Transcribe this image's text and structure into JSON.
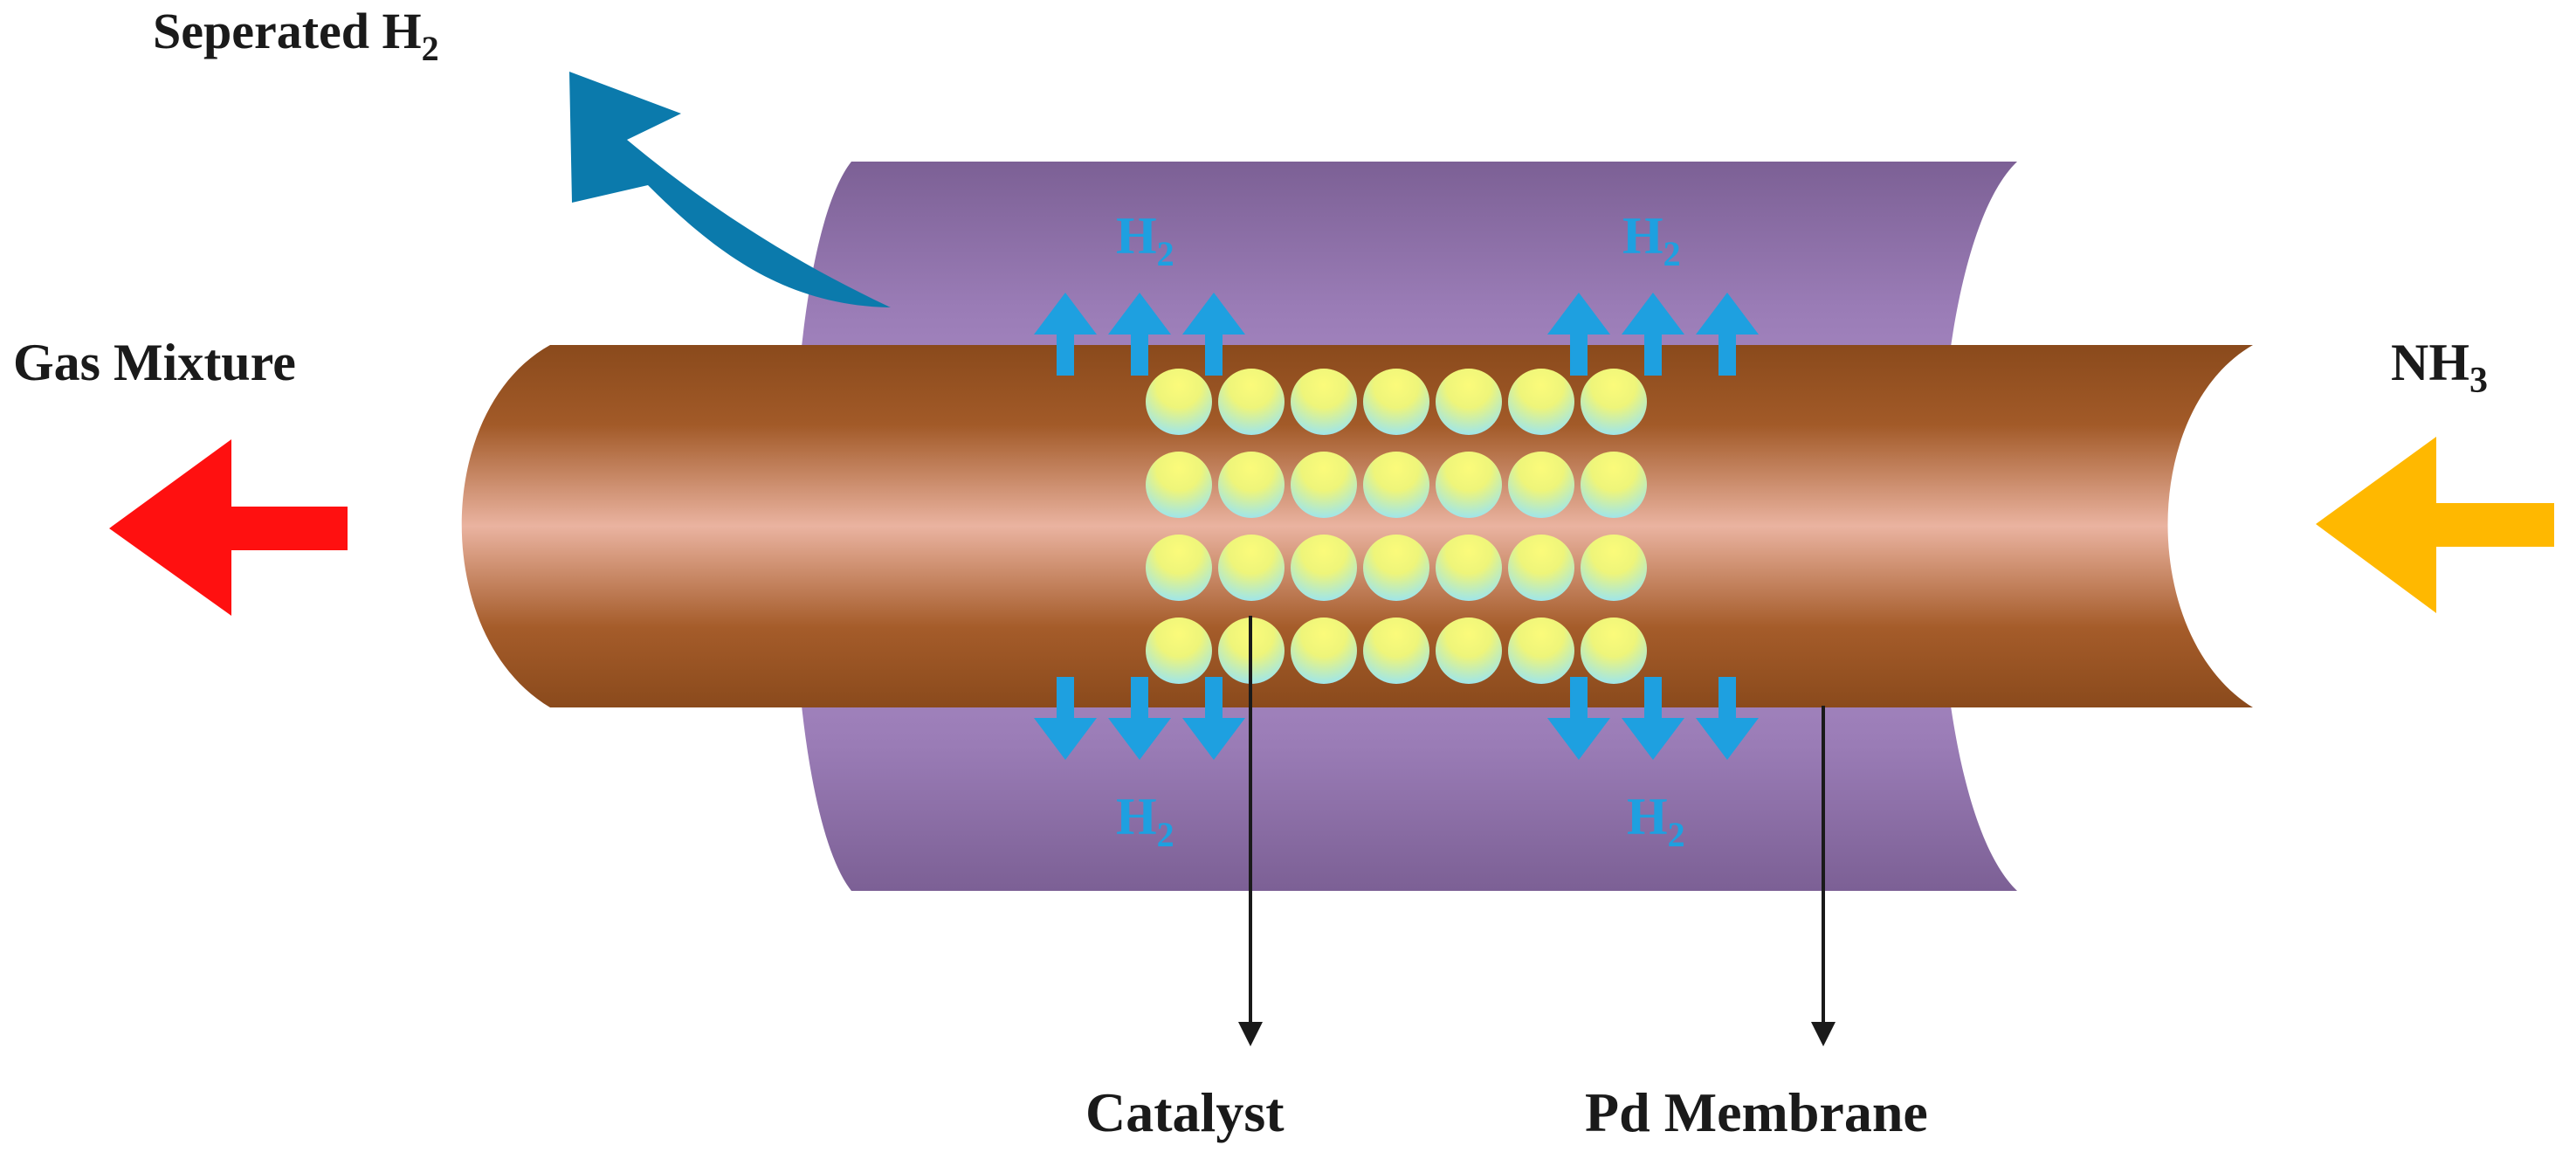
{
  "labels": {
    "separated_h2": {
      "text": "Seperated H",
      "sub": "2"
    },
    "gas_mixture": "Gas Mixture",
    "nh3": {
      "text": "NH",
      "sub": "3"
    },
    "catalyst": "Catalyst",
    "pd_membrane": "Pd Membrane",
    "h2_upper_left": {
      "text": "H",
      "sub": "2"
    },
    "h2_upper_right": {
      "text": "H",
      "sub": "2"
    },
    "h2_lower_left": {
      "text": "H",
      "sub": "2"
    },
    "h2_lower_right": {
      "text": "H",
      "sub": "2"
    }
  },
  "catalyst_grid": {
    "rows": 4,
    "columns": 7
  },
  "colors": {
    "shell": "#8a6aa0",
    "shell_highlight": "#a88ac4",
    "tube_dark": "#8f4e1e",
    "tube_light": "#e8b09c",
    "catalyst_yellow": "#f5f56a",
    "catalyst_cyan": "#a8ecea",
    "h2_flow_arrow": "#1ea0e0",
    "separated_arrow": "#0b78a8",
    "gas_mixture_arrow": "#ff1010",
    "nh3_arrow": "#ffb800",
    "pointer_line": "#1a1a1a"
  }
}
